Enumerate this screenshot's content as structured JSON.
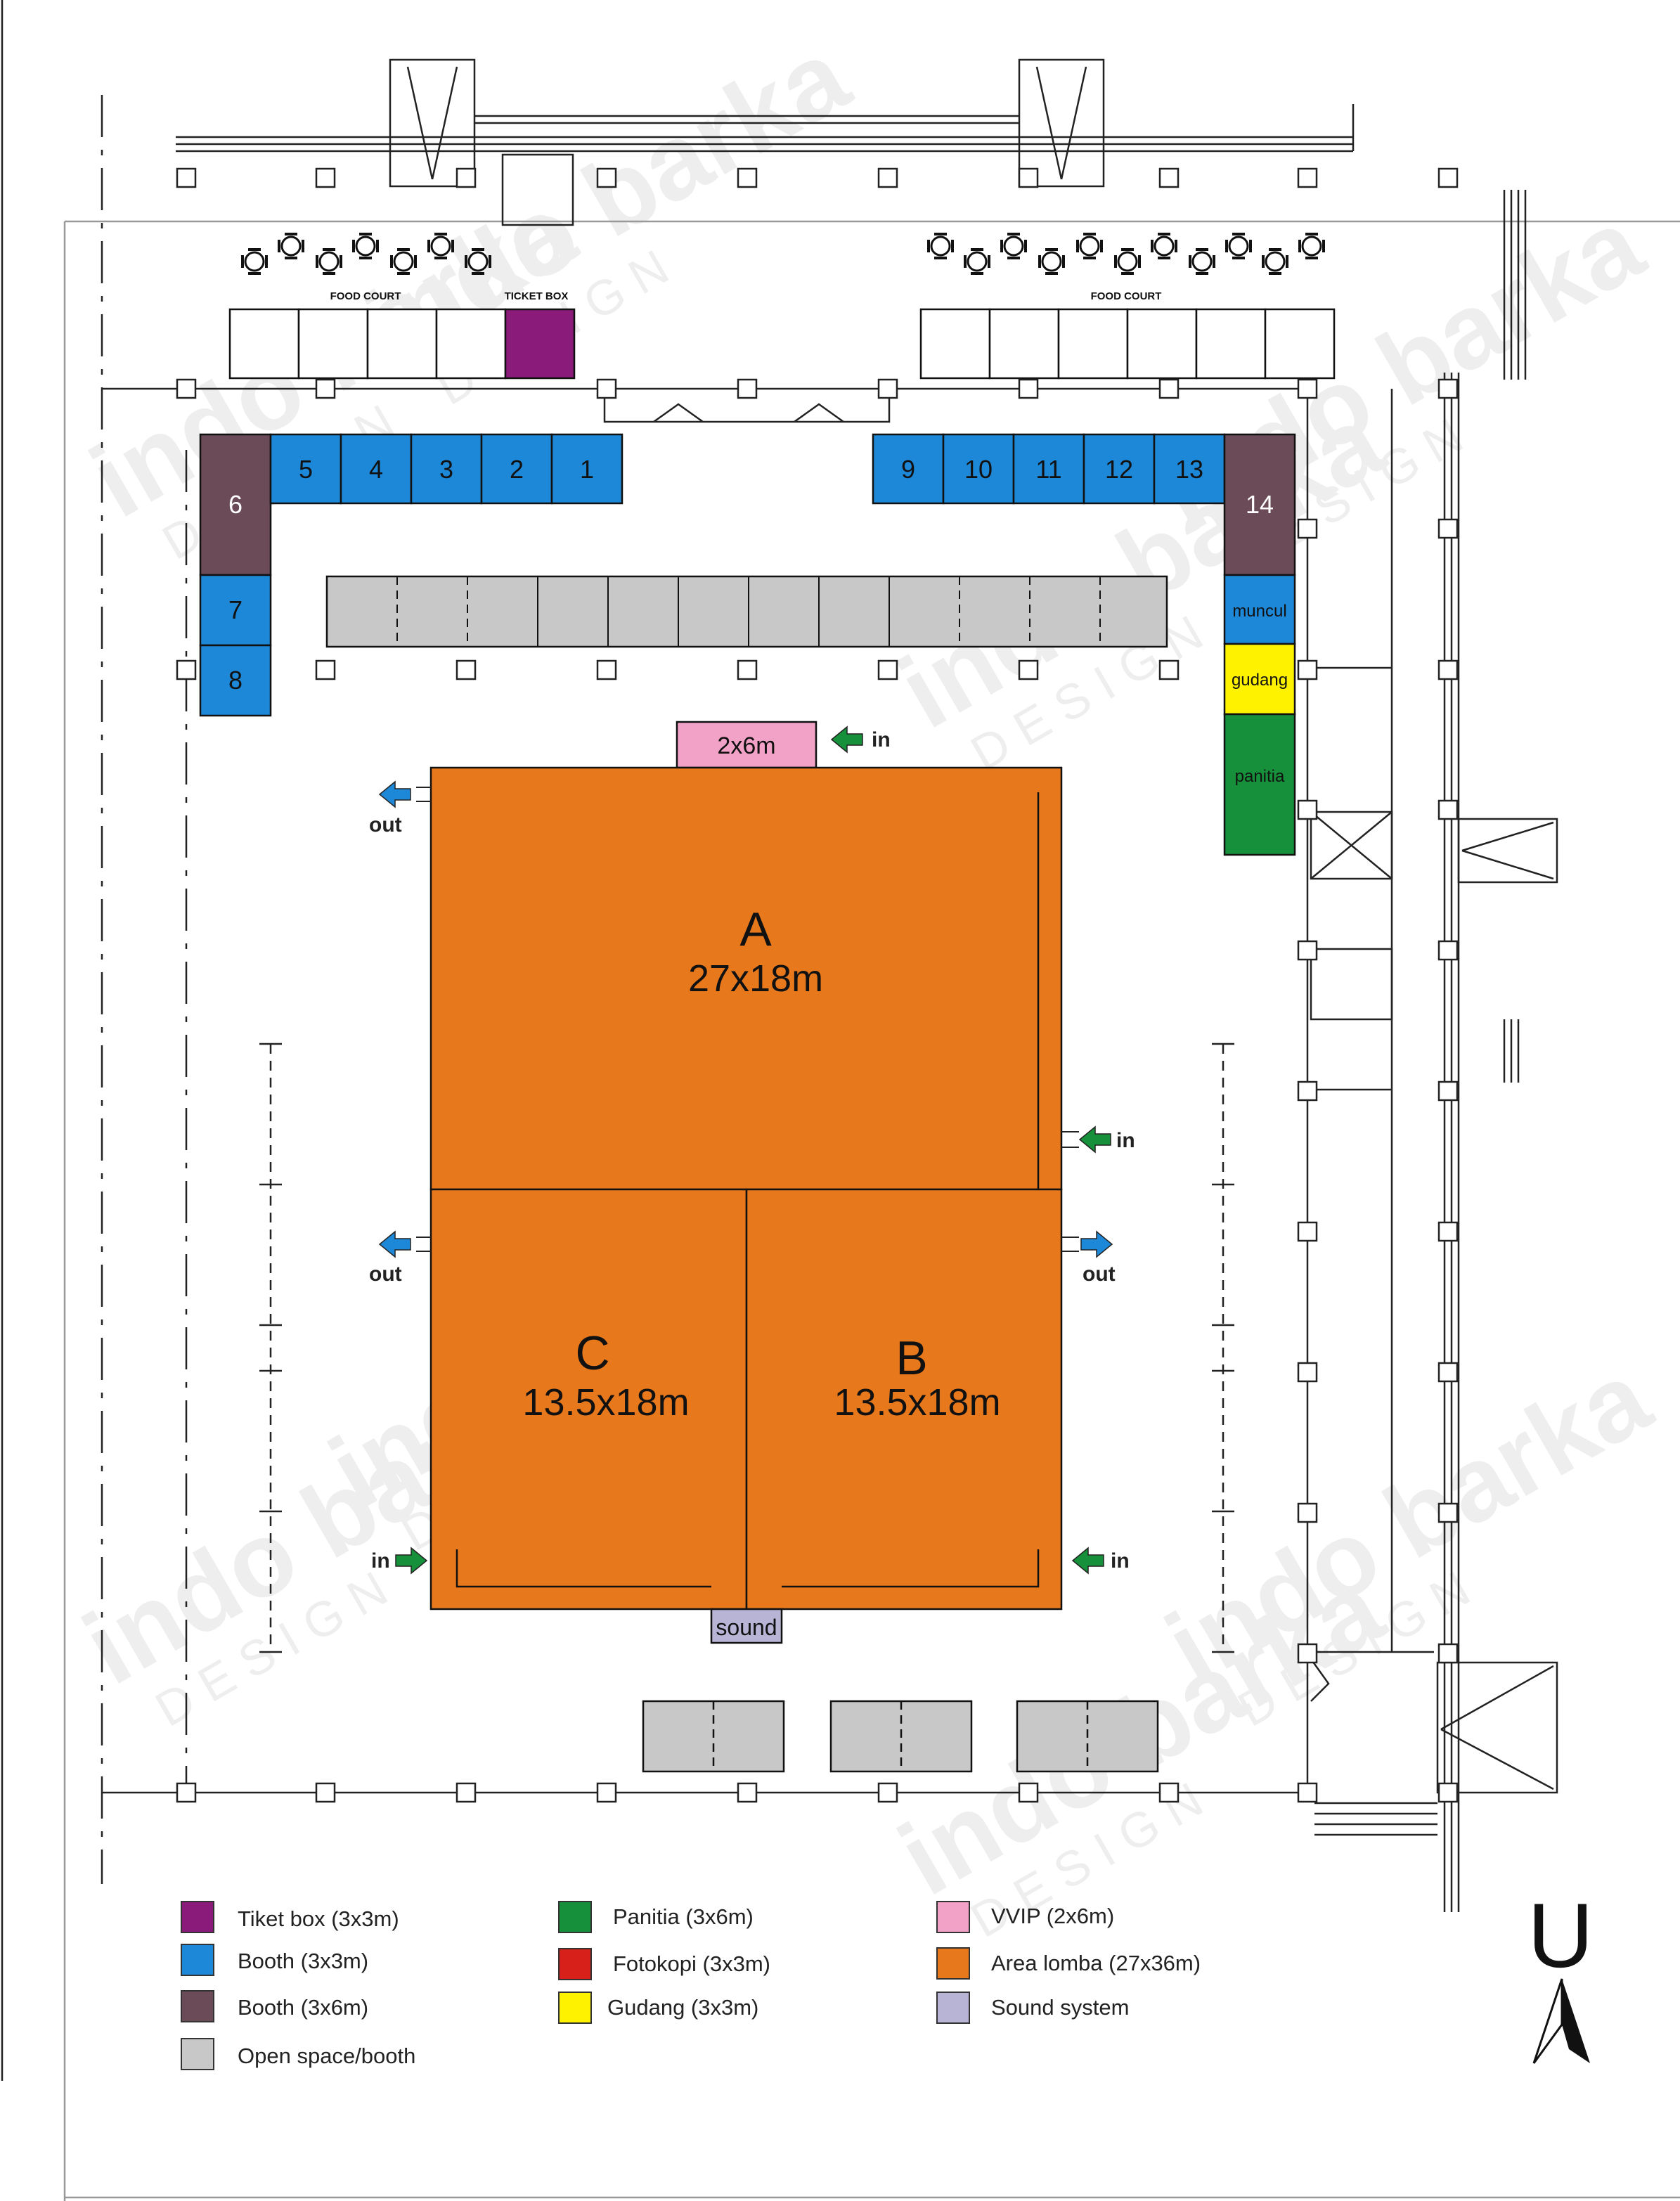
{
  "colors": {
    "ticket": "#8B1B7A",
    "booth3": "#1E88D8",
    "booth6": "#6B4B57",
    "open": "#C8C8C8",
    "panitia": "#16903A",
    "fotokopi": "#D8201A",
    "gudang": "#FFF200",
    "vvip": "#F2A2C6",
    "arena": "#E8781C",
    "sound": "#B8B4D6",
    "arrow_in": "#16903A",
    "arrow_out": "#1E88D8"
  },
  "labels": {
    "food_court_left": "FOOD COURT",
    "food_court_right": "FOOD COURT",
    "ticket_box": "TICKET BOX",
    "booth_top_left": [
      "5",
      "4",
      "3",
      "2",
      "1"
    ],
    "booth_top_right": [
      "9",
      "10",
      "11",
      "12",
      "13"
    ],
    "booth_6": "6",
    "booth_7": "7",
    "booth_8": "8",
    "booth_14": "14",
    "muncul": "muncul",
    "gudang": "gudang",
    "panitia": "panitia",
    "vvip": "2x6m",
    "area_a_letter": "A",
    "area_a_size": "27x18m",
    "area_b_letter": "B",
    "area_b_size": "13.5x18m",
    "area_c_letter": "C",
    "area_c_size": "13.5x18m",
    "sound": "sound",
    "in": "in",
    "out": "out"
  },
  "legend": [
    {
      "text": "Tiket box (3x3m)",
      "color": "#8B1B7A"
    },
    {
      "text": "Booth (3x3m)",
      "color": "#1E88D8"
    },
    {
      "text": "Booth (3x6m)",
      "color": "#6B4B57"
    },
    {
      "text": "Open space/booth",
      "color": "#C8C8C8"
    },
    {
      "text": "Panitia (3x6m)",
      "color": "#16903A"
    },
    {
      "text": "Fotokopi (3x3m)",
      "color": "#D8201A"
    },
    {
      "text": "Gudang (3x3m)",
      "color": "#FFF200"
    },
    {
      "text": "VVIP (2x6m)",
      "color": "#F2A2C6"
    },
    {
      "text": "Area lomba (27x36m)",
      "color": "#E8781C"
    },
    {
      "text": "Sound system",
      "color": "#B8B4D6"
    }
  ],
  "north_label": "U",
  "watermark": {
    "brand": "indo barka",
    "sub": "D E S I G N"
  }
}
